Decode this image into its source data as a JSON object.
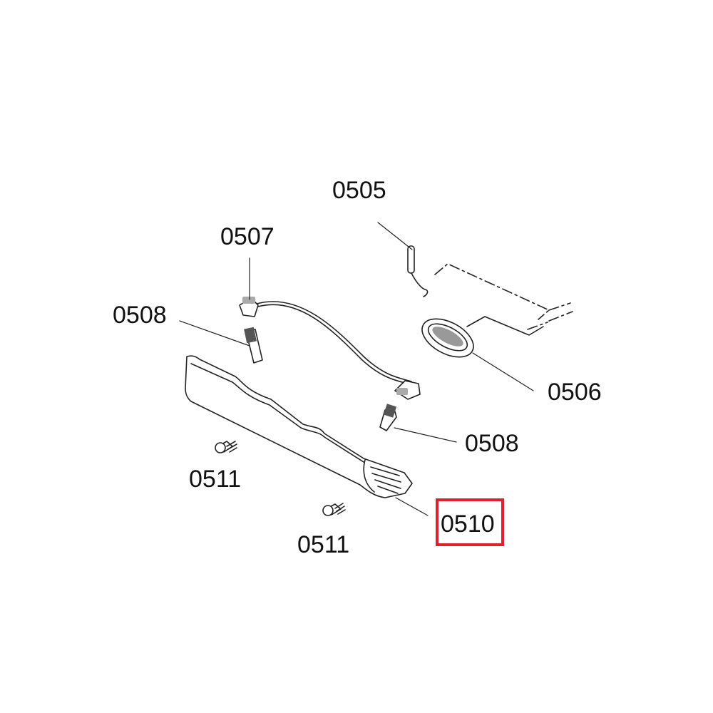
{
  "diagram": {
    "labels": {
      "p0505": "0505",
      "p0507": "0507",
      "p0508_upper": "0508",
      "p0506": "0506",
      "p0508_lower": "0508",
      "p0511_upper": "0511",
      "p0510": "0510",
      "p0511_lower": "0511"
    },
    "highlighted_part": "0510",
    "colors": {
      "line": "#222222",
      "highlight": "#e0202b",
      "background": "#ffffff"
    }
  }
}
